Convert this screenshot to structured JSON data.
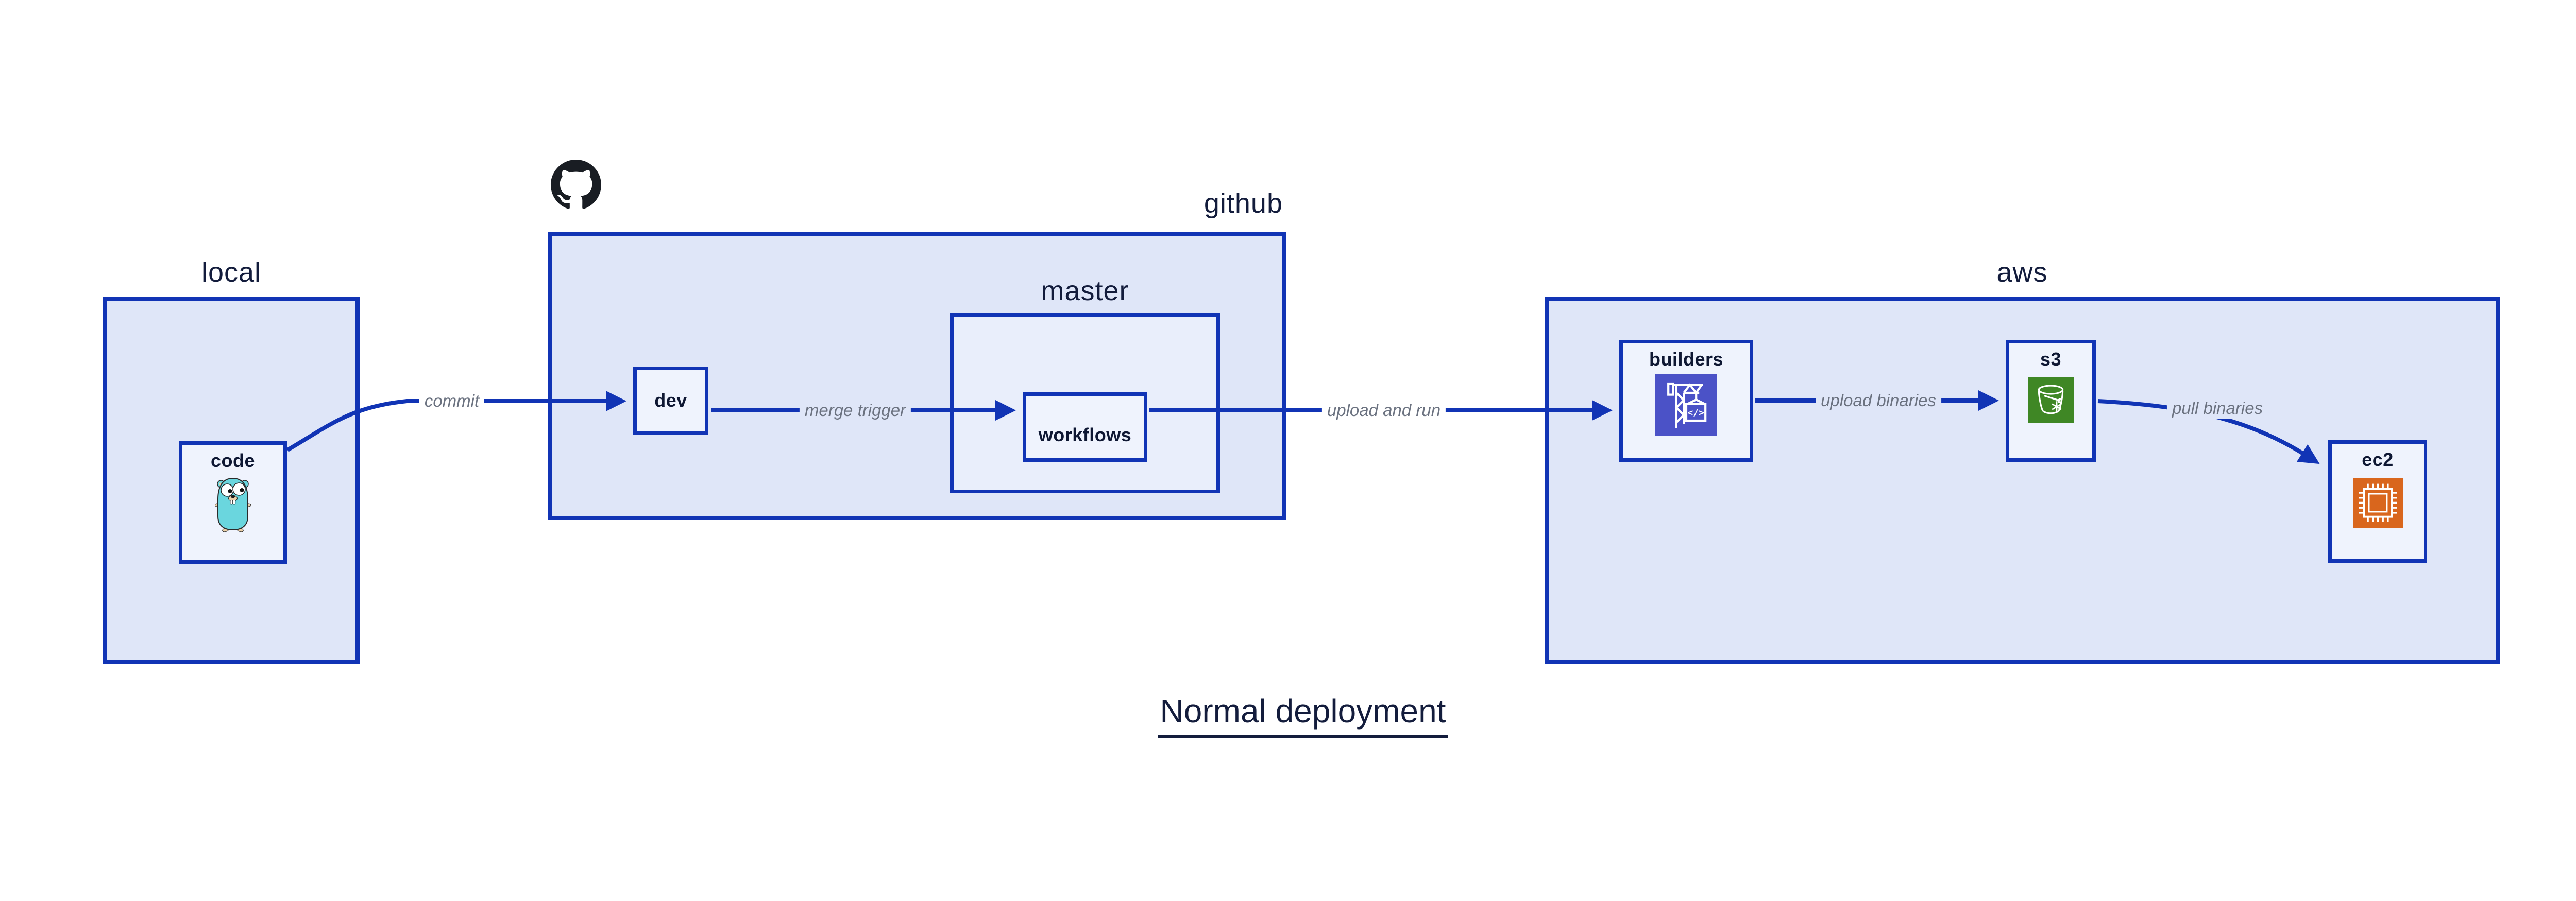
{
  "title": {
    "text": "Normal deployment"
  },
  "groups": {
    "local": {
      "label": "local"
    },
    "github": {
      "label": "github",
      "logo_icon": "github-octocat-icon"
    },
    "master": {
      "label": "master"
    },
    "aws": {
      "label": "aws"
    }
  },
  "nodes": {
    "code": {
      "label": "code",
      "icon": "go-gopher-icon"
    },
    "dev": {
      "label": "dev"
    },
    "workflows": {
      "label": "workflows"
    },
    "builders": {
      "label": "builders",
      "icon": "codebuild-crane-icon"
    },
    "s3": {
      "label": "s3",
      "icon": "s3-bucket-icon"
    },
    "ec2": {
      "label": "ec2",
      "icon": "ec2-chip-icon"
    }
  },
  "edges": [
    {
      "from": "code",
      "to": "dev",
      "label": "commit"
    },
    {
      "from": "dev",
      "to": "workflows",
      "label": "merge trigger"
    },
    {
      "from": "workflows",
      "to": "builders",
      "label": "upload and run"
    },
    {
      "from": "builders",
      "to": "s3",
      "label": "upload binaries"
    },
    {
      "from": "s3",
      "to": "ec2",
      "label": "pull binaries"
    }
  ],
  "theme": {
    "canvas-bg": "#ffffff",
    "box-border-blue": "#1134b5",
    "outer-box-fill": "#dfe6f8",
    "master-box-fill": "#e9eefb",
    "node-box-fill": "#eff3fd",
    "arrow-blue": "#1134b5",
    "heading-navy": "#131c3c",
    "node-label-navy": "#0e1733",
    "edge-label-gray": "#6b7280",
    "github-logo-black": "#191d23",
    "codebuild-indigo": "#4b52c7",
    "s3-green": "#3f8725",
    "ec2-orange": "#d9661d",
    "gopher-teal": "#6ad6de",
    "gopher-tan": "#ecd0a9"
  }
}
